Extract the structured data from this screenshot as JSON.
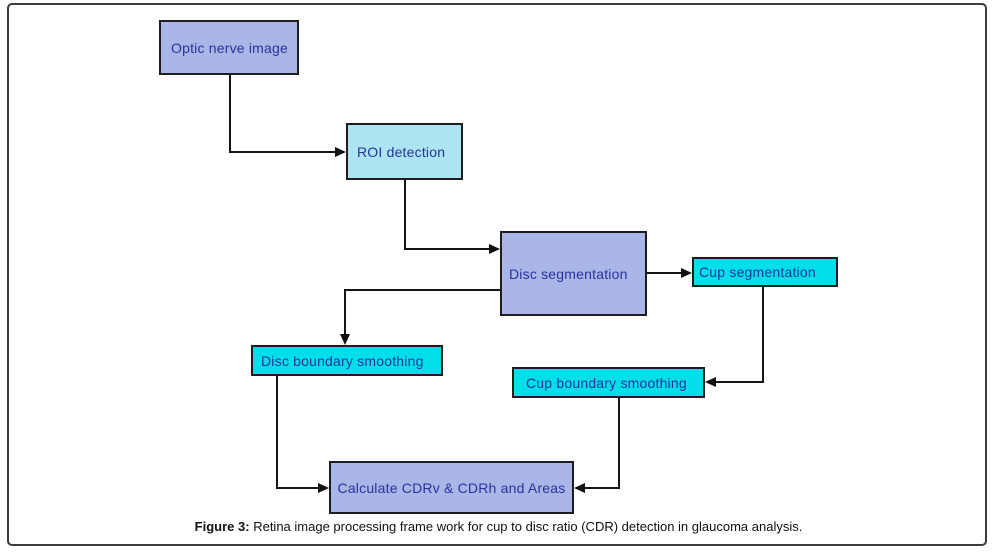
{
  "figure": {
    "caption_label": "Figure 3:",
    "caption_text": "Retina image processing frame work for cup to disc ratio (CDR) detection in glaucoma analysis."
  },
  "nodes": {
    "optic_nerve": {
      "label": "Optic nerve image",
      "fill": "#aab5e8"
    },
    "roi": {
      "label": "ROI detection",
      "fill": "#ace5f1"
    },
    "disc_seg": {
      "label": "Disc segmentation",
      "fill": "#aab5e8"
    },
    "cup_seg": {
      "label": "Cup segmentation",
      "fill": "#00dfe9"
    },
    "disc_boundary": {
      "label": "Disc boundary smoothing",
      "fill": "#00dfe9"
    },
    "cup_boundary": {
      "label": "Cup boundary smoothing",
      "fill": "#00dfe9"
    },
    "calculate": {
      "label": "Calculate CDRv & CDRh and Areas",
      "fill": "#aab5e8"
    }
  },
  "colors": {
    "node_text": "#26339b",
    "node_border": "#1d1d1d",
    "connector": "#151515",
    "canvas_border": "#3c3c3c",
    "background": "#ffffff"
  }
}
